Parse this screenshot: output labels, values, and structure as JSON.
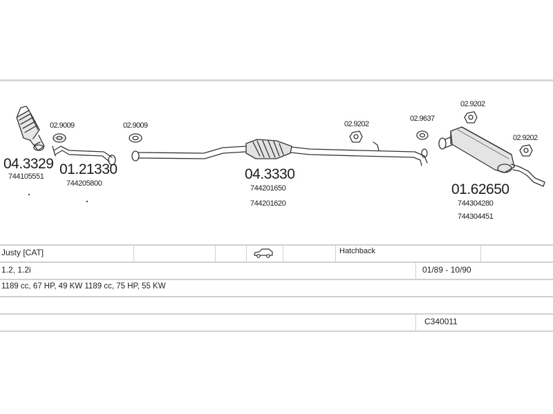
{
  "parts": {
    "cat_front": {
      "number": "04.3329",
      "oem": "744105551"
    },
    "clip_1": {
      "number": "02.9009"
    },
    "pipe_front": {
      "number": "01.21330",
      "oem": "744205800"
    },
    "clip_2": {
      "number": "02.9009"
    },
    "cat_main": {
      "number": "04.3330",
      "oem_1": "744201650",
      "oem_2": "744201620"
    },
    "clip_3": {
      "number": "02.9202"
    },
    "clip_4": {
      "number": "02.9637"
    },
    "clip_5": {
      "number": "02.9202"
    },
    "clip_6": {
      "number": "02.9202"
    },
    "silencer_rear": {
      "number": "01.62650",
      "oem_1": "744304280",
      "oem_2": "744304451"
    }
  },
  "vehicle": {
    "model": "Justy  [CAT]",
    "body": "Hatchback",
    "engine": "1.2, 1.2i",
    "years": "01/89 - 10/90",
    "specs": "1189 cc, 67 HP, 49 KW 1189 cc, 75 HP, 55 KW",
    "code": "C340011",
    "icon": "hatchback-car-icon"
  },
  "colors": {
    "line": "#333333",
    "border": "#d0d0d0"
  }
}
